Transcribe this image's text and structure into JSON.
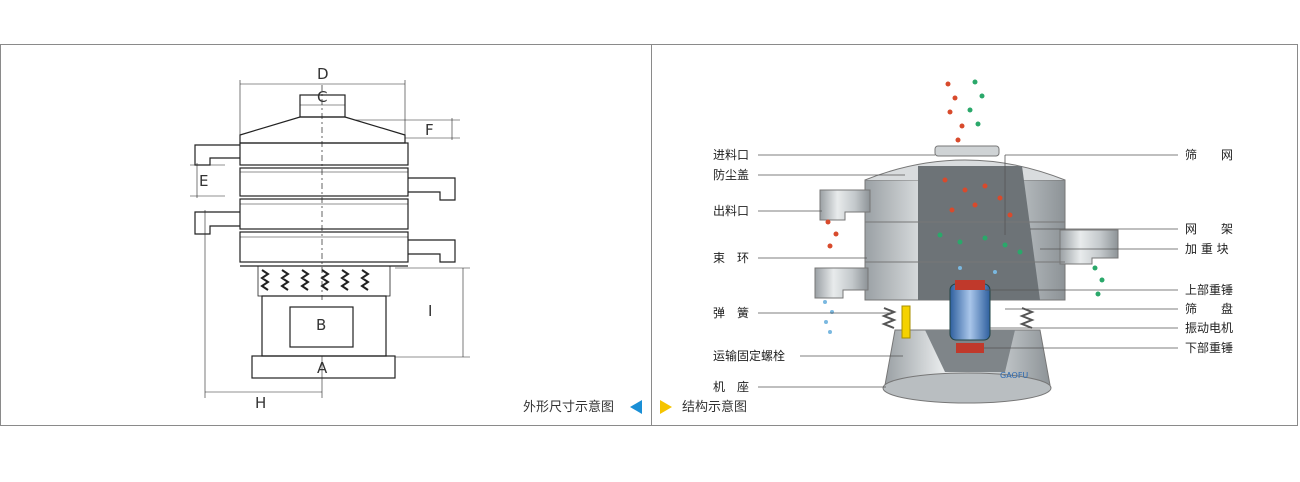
{
  "dimension_drawing": {
    "labels": {
      "a": "A",
      "b": "B",
      "c": "C",
      "d": "D",
      "e": "E",
      "f": "F",
      "h": "H",
      "i": "I"
    },
    "caption": "外形尺寸示意图"
  },
  "structure_drawing": {
    "caption": "结构示意图",
    "brand_mark": "GAOFU",
    "left_labels": [
      "进料口",
      "防尘盖",
      "出料口",
      "束　环",
      "弹　簧",
      "运输固定螺栓",
      "机　座"
    ],
    "right_labels": [
      "筛　　网",
      "网　　架",
      "加 重 块",
      "上部重锤",
      "筛　　盘",
      "振动电机",
      "下部重锤"
    ]
  },
  "colors": {
    "arrow_left": "#1a8fd6",
    "arrow_right": "#f5c400",
    "particle_red": "#d84a2c",
    "particle_green": "#2aa86a",
    "particle_blue": "#7ab8e0"
  }
}
